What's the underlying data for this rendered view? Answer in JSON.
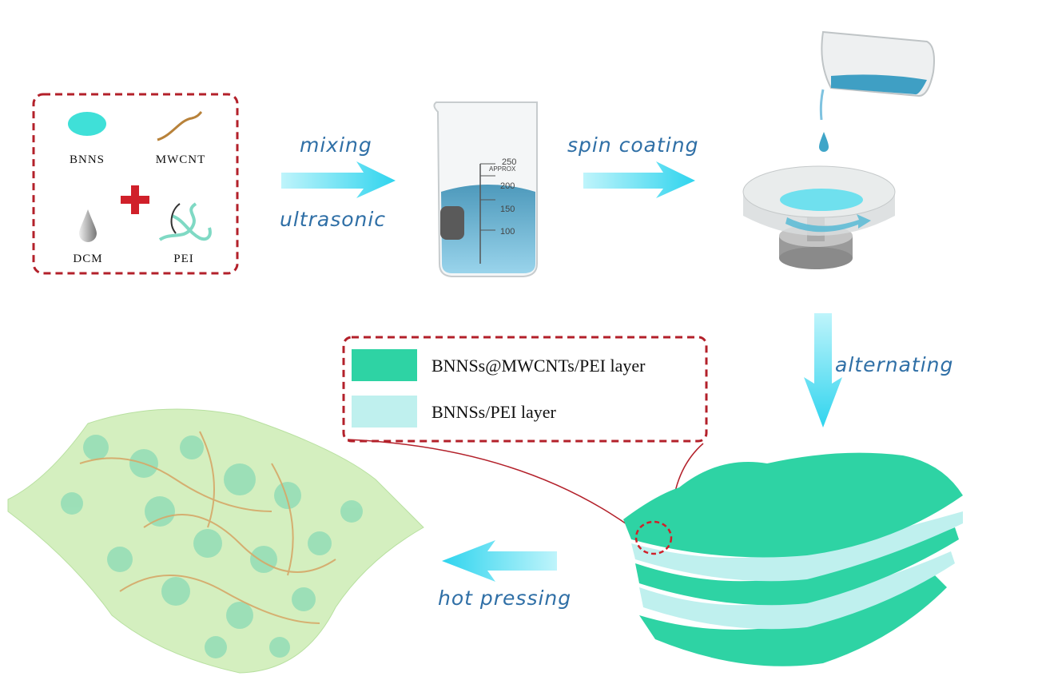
{
  "materials": {
    "bnns": "BNNS",
    "mwcnt": "MWCNT",
    "dcm": "DCM",
    "pei": "PEI"
  },
  "steps": {
    "mixing": "mixing",
    "ultrasonic": "ultrasonic",
    "spin_coating": "spin coating",
    "alternating": "alternating",
    "hot_pressing": "hot pressing"
  },
  "beaker_marks": {
    "m250": "250",
    "approx": "APPROX",
    "m200": "200",
    "m150": "150",
    "m100": "100"
  },
  "legend": {
    "layer1": "BNNSs@MWCNTs/PEI layer",
    "layer2": "BNNSs/PEI layer"
  },
  "colors": {
    "arrow": "#3fd6ec",
    "dashed_box": "#b3202a",
    "bnns_mwcnt_layer": "#2ed3a4",
    "bnns_layer": "#bff0ee",
    "text_blue": "#2f6fa6"
  }
}
